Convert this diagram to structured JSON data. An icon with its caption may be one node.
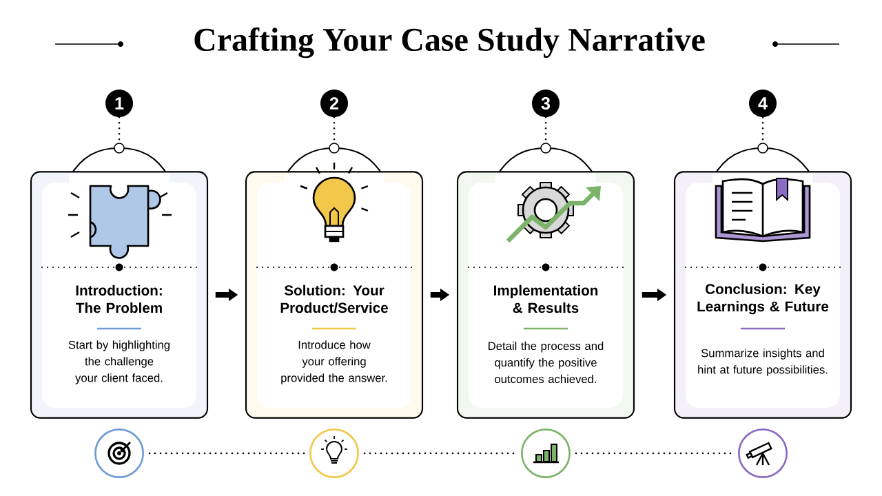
{
  "diagram": {
    "title": "Crafting Your Case Study Narrative",
    "nodes": [
      {
        "text": [
          "1"
        ]
      },
      {
        "text": [
          "2"
        ]
      },
      {
        "text": [
          "3"
        ]
      },
      {
        "text": [
          "4"
        ]
      },
      {
        "text": [
          "Introduction: The Problem",
          "Start by highlighting the challenge your client faced."
        ]
      },
      {
        "text": [
          "Solution: Your Product/Service",
          "Introduce how your offering provided the answer."
        ]
      },
      {
        "text": [
          "Implementation & Results",
          "Detail the process and quantify the positive outcomes achieved."
        ]
      },
      {
        "text": [
          "Conclusion: Key Learnings & Future",
          "Summarize insights and hint at future possibilities."
        ]
      },
      {
        "text": [],
        "shape": "circle"
      },
      {
        "text": [],
        "shape": "circle"
      },
      {
        "text": [],
        "shape": "circle"
      },
      {
        "text": [],
        "shape": "circle"
      }
    ],
    "edges": [
      {
        "from": 0,
        "to": 4,
        "arrow": "none",
        "style": "dashed"
      },
      {
        "from": 1,
        "to": 5,
        "arrow": "none",
        "style": "dashed"
      },
      {
        "from": 2,
        "to": 6,
        "arrow": "none",
        "style": "dashed"
      },
      {
        "from": 3,
        "to": 7,
        "arrow": "none",
        "style": "dashed"
      },
      {
        "from": 4,
        "to": 5,
        "arrow": "to",
        "style": "thick"
      },
      {
        "from": 5,
        "to": 6,
        "arrow": "to",
        "style": "thick"
      },
      {
        "from": 6,
        "to": 7,
        "arrow": "to",
        "style": "thick"
      },
      {
        "from": 8,
        "to": 9,
        "arrow": "none",
        "style": "dashed"
      },
      {
        "from": 9,
        "to": 10,
        "arrow": "none",
        "style": "dashed"
      },
      {
        "from": 10,
        "to": 11,
        "arrow": "none",
        "style": "dashed"
      }
    ]
  }
}
